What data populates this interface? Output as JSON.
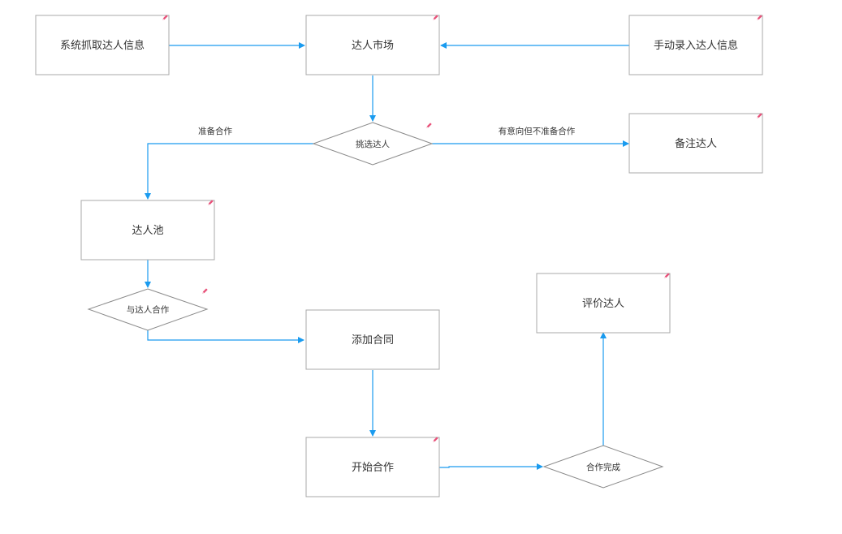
{
  "colors": {
    "edge": "#1a9bef",
    "node_border": "#a8a8a8",
    "diamond_border": "#8a8a8a",
    "text": "#333333",
    "edit_marker": "#e8527a"
  },
  "nodes": {
    "system_fetch": "系统抓取达人信息",
    "talent_market": "达人市场",
    "manual_entry": "手动录入达人信息",
    "select_talent": "挑选达人",
    "note_talent": "备注达人",
    "talent_pool": "达人池",
    "cooperate_with_talent": "与达人合作",
    "add_contract": "添加合同",
    "start_cooperation": "开始合作",
    "cooperation_complete": "合作完成",
    "evaluate_talent": "评价达人"
  },
  "edges": {
    "prepare_cooperation": "准备合作",
    "interested_not_ready": "有意向但不准备合作"
  },
  "icons": {
    "edit_marker": "pencil-icon"
  }
}
